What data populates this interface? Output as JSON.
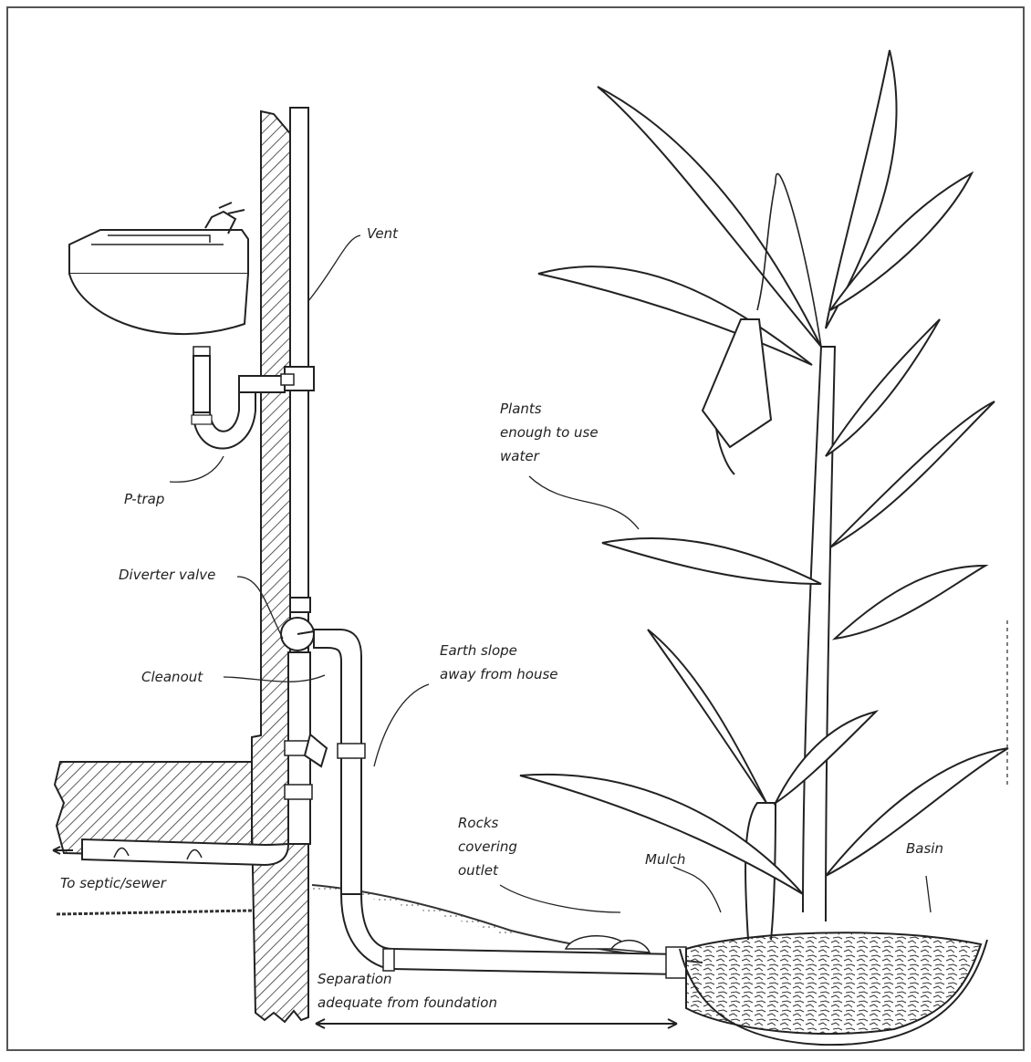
{
  "labels": {
    "vent": "Vent",
    "p_trap": "P-trap",
    "diverter_valve": "Diverter valve",
    "cleanout": "Cleanout",
    "to_septic": "To septic/sewer",
    "plants_line1": "Plants",
    "plants_line2": "enough to use",
    "plants_line3": "water",
    "earth_line1": "Earth slope",
    "earth_line2": "away from house",
    "rocks_line1": "Rocks",
    "rocks_line2": "covering",
    "rocks_line3": "outlet",
    "mulch": "Mulch",
    "basin": "Basin",
    "separation_line1": "Separation",
    "separation_line2": "adequate from foundation"
  },
  "colors": {
    "ink": "#222222",
    "hatch": "#333333",
    "background": "#ffffff"
  },
  "icons": [
    "sink-icon",
    "faucet-icon",
    "p-trap-icon",
    "vent-pipe-icon",
    "diverter-valve-icon",
    "cleanout-icon",
    "banana-plant-icon",
    "mulch-basin-icon"
  ]
}
